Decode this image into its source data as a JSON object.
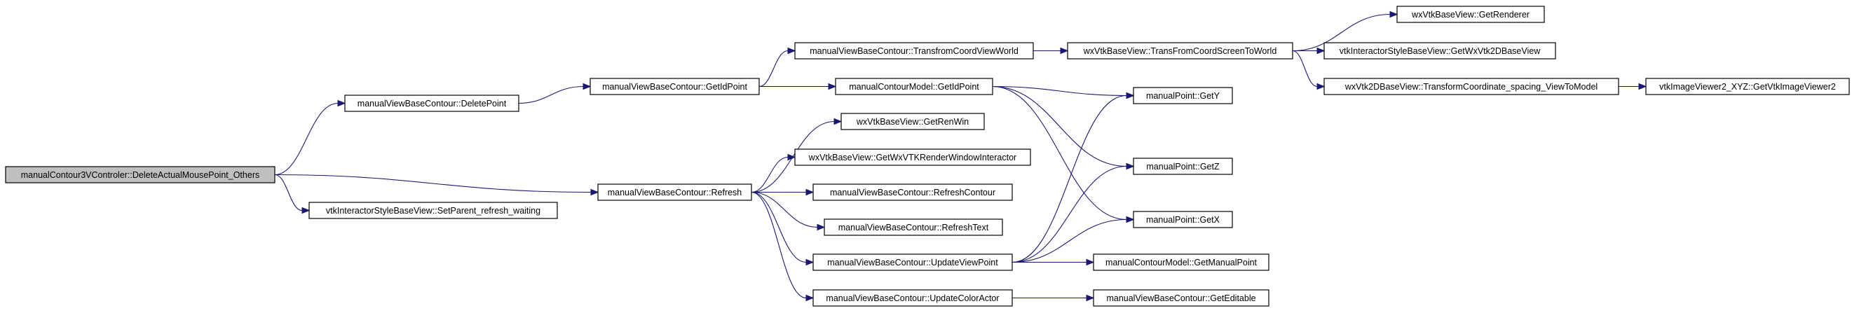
{
  "graph": {
    "nodes": {
      "root": "manualContour3VControler::DeleteActualMousePoint_Others",
      "deletePoint": "manualViewBaseContour::DeletePoint",
      "setParent": "vtkInteractorStyleBaseView::SetParent_refresh_waiting",
      "getIdPointVB": "manualViewBaseContour::GetIdPoint",
      "refresh": "manualViewBaseContour::Refresh",
      "transCoordViewWorld": "manualViewBaseContour::TransfromCoordViewWorld",
      "getIdPointCM": "manualContourModel::GetIdPoint",
      "transScreenToWorld": "wxVtkBaseView::TransFromCoordScreenToWorld",
      "getRenderer": "wxVtkBaseView::GetRenderer",
      "getWxVtk2D": "vtkInteractorStyleBaseView::GetWxVtk2DBaseView",
      "transformCoordSpacing": "wxVtk2DBaseView::TransformCoordinate_spacing_ViewToModel",
      "getVtkImageViewer2": "vtkImageViewer2_XYZ::GetVtkImageViewer2",
      "getY": "manualPoint::GetY",
      "getZ": "manualPoint::GetZ",
      "getX": "manualPoint::GetX",
      "getRenWin": "wxVtkBaseView::GetRenWin",
      "getRenderWindowInteractor": "wxVtkBaseView::GetWxVTKRenderWindowInteractor",
      "refreshContour": "manualViewBaseContour::RefreshContour",
      "refreshText": "manualViewBaseContour::RefreshText",
      "updateViewPoint": "manualViewBaseContour::UpdateViewPoint",
      "updateColorActor": "manualViewBaseContour::UpdateColorActor",
      "getManualPoint": "manualContourModel::GetManualPoint",
      "getEditable": "manualViewBaseContour::GetEditable"
    },
    "edges": [
      [
        "root",
        "deletePoint"
      ],
      [
        "root",
        "refresh"
      ],
      [
        "root",
        "setParent"
      ],
      [
        "deletePoint",
        "getIdPointVB"
      ],
      [
        "getIdPointVB",
        "transCoordViewWorld"
      ],
      [
        "getIdPointVB",
        "getIdPointCM"
      ],
      [
        "transCoordViewWorld",
        "transScreenToWorld"
      ],
      [
        "transScreenToWorld",
        "getRenderer"
      ],
      [
        "transScreenToWorld",
        "getWxVtk2D"
      ],
      [
        "transScreenToWorld",
        "transformCoordSpacing"
      ],
      [
        "transformCoordSpacing",
        "getVtkImageViewer2"
      ],
      [
        "getIdPointCM",
        "getY"
      ],
      [
        "getIdPointCM",
        "getZ"
      ],
      [
        "getIdPointCM",
        "getX"
      ],
      [
        "refresh",
        "getRenWin"
      ],
      [
        "refresh",
        "getRenderWindowInteractor"
      ],
      [
        "refresh",
        "refreshContour"
      ],
      [
        "refresh",
        "refreshText"
      ],
      [
        "refresh",
        "updateViewPoint"
      ],
      [
        "refresh",
        "updateColorActor"
      ],
      [
        "updateViewPoint",
        "getY"
      ],
      [
        "updateViewPoint",
        "getZ"
      ],
      [
        "updateViewPoint",
        "getX"
      ],
      [
        "updateViewPoint",
        "getManualPoint"
      ],
      [
        "updateColorActor",
        "getEditable"
      ]
    ],
    "colors": {
      "edge": "#191970",
      "root_fill": "#bfbfbf",
      "node_fill": "#ffffff",
      "node_border": "#000000"
    }
  }
}
